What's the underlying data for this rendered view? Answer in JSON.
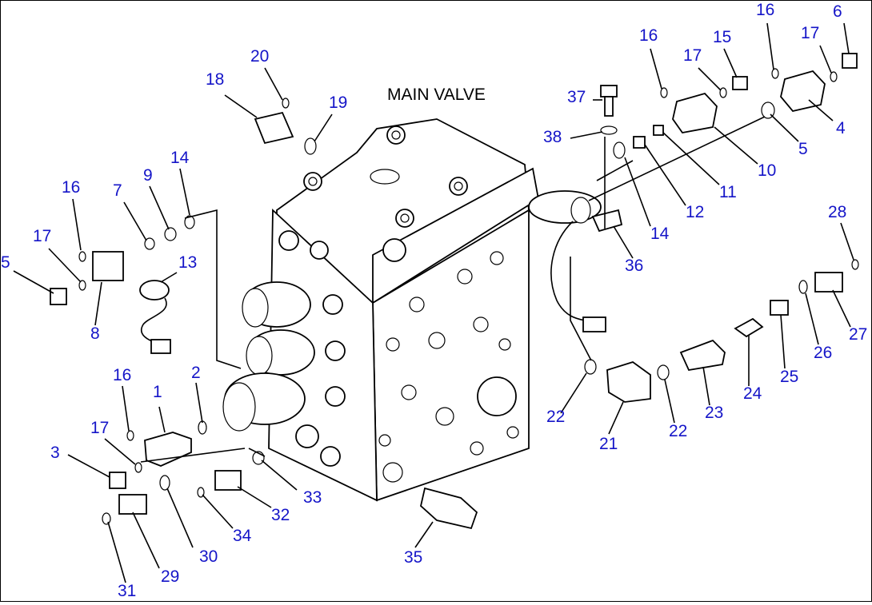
{
  "diagram": {
    "title": "MAIN VALVE",
    "label_color": "#1515c8",
    "title_color": "#000000",
    "line_color": "#000000",
    "callouts": [
      "1",
      "2",
      "3",
      "4",
      "5",
      "5",
      "6",
      "7",
      "8",
      "9",
      "10",
      "11",
      "12",
      "13",
      "14",
      "14",
      "15",
      "16",
      "16",
      "16",
      "16",
      "17",
      "17",
      "17",
      "17",
      "18",
      "19",
      "20",
      "21",
      "22",
      "22",
      "23",
      "24",
      "25",
      "26",
      "27",
      "28",
      "29",
      "30",
      "31",
      "32",
      "33",
      "34",
      "35",
      "36",
      "37",
      "38"
    ]
  }
}
